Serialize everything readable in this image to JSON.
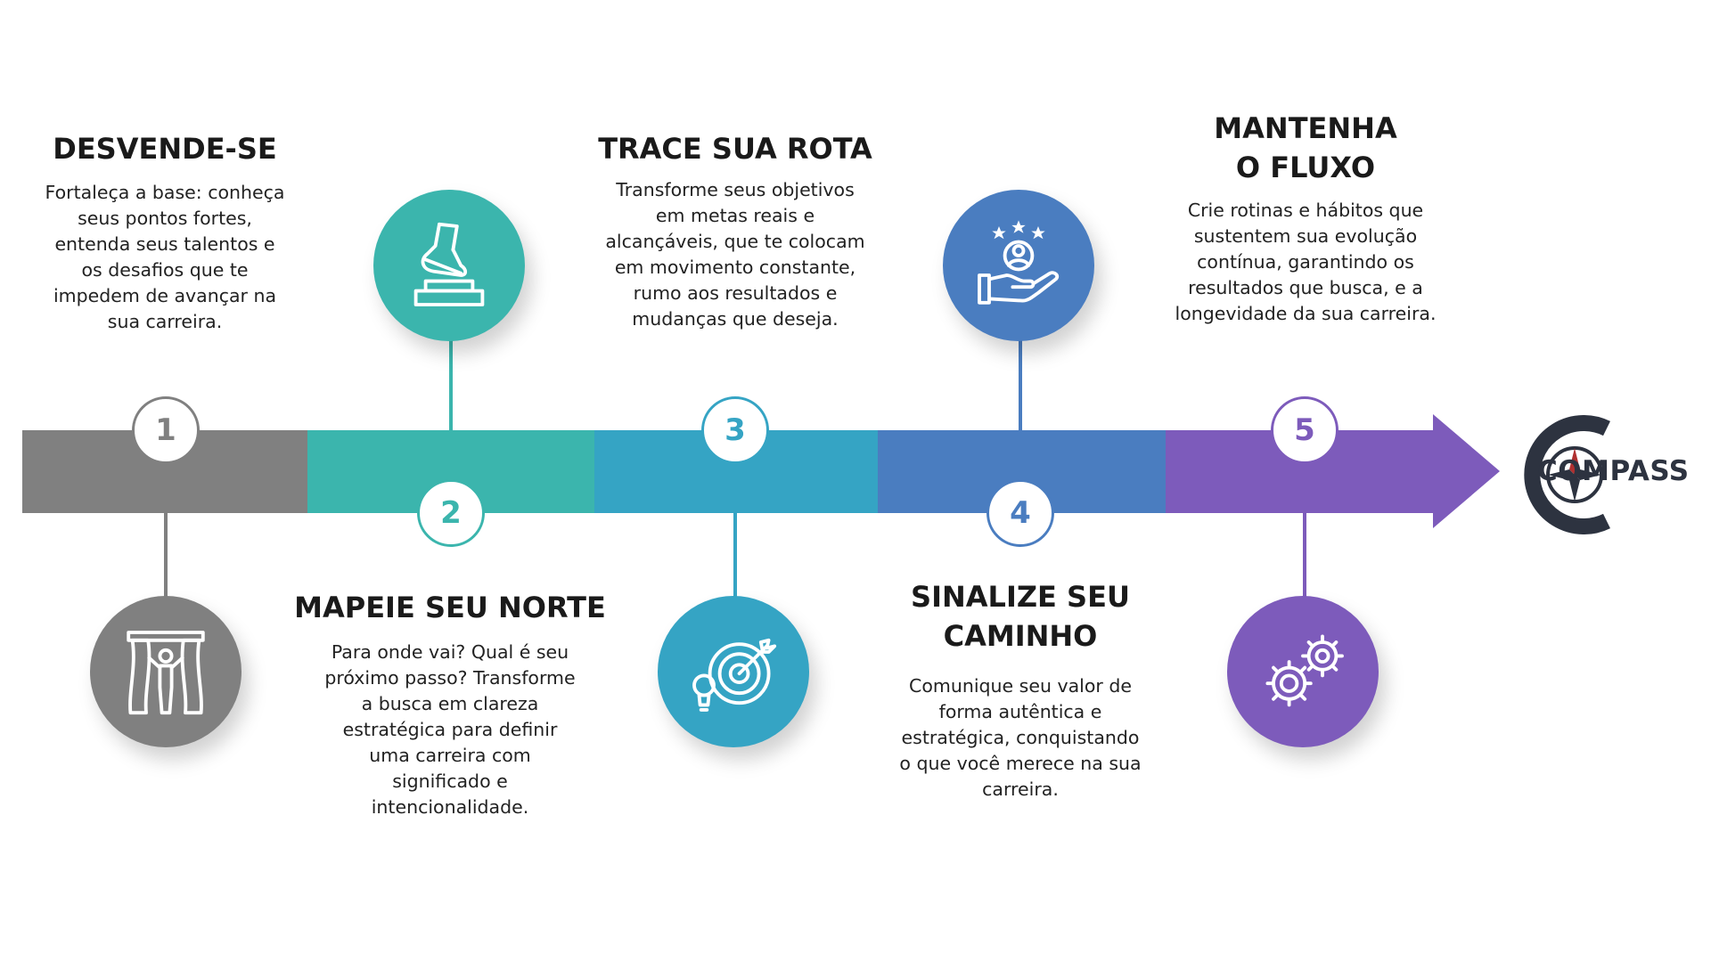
{
  "colors": {
    "step1": "#808080",
    "step2": "#3bb5ad",
    "step3": "#35a4c4",
    "step4": "#4a7dc0",
    "step5": "#7d5bbb",
    "logo": "#2d3340"
  },
  "steps": [
    {
      "number": "1",
      "title": "DESVENDE-SE",
      "description": "Fortaleça a base: conheça seus pontos fortes, entenda seus talentos e os desafios que te impedem de avançar na sua carreira.",
      "icon": "curtain-reveal-icon"
    },
    {
      "number": "2",
      "title": "MAPEIE SEU NORTE",
      "description": "Para onde vai? Qual é seu próximo passo? Transforme a busca em clareza estratégica para definir uma carreira com significado e intencionalidade.",
      "icon": "step-up-foot-icon"
    },
    {
      "number": "3",
      "title": "TRACE SUA ROTA",
      "description": "Transforme seus objetivos em metas reais e alcançáveis, que te colocam em movimento constante, rumo aos resultados e mudanças que deseja.",
      "icon": "target-bulb-icon"
    },
    {
      "number": "4",
      "title": "SINALIZE SEU\nCAMINHO",
      "description": "Comunique seu valor de forma autêntica e estratégica, conquistando o que você merece na sua carreira.",
      "icon": "hand-person-stars-icon"
    },
    {
      "number": "5",
      "title": "MANTENHA\nO FLUXO",
      "description": "Crie rotinas e hábitos que sustentem sua evolução contínua, garantindo os resultados que busca, e a longevidade da sua carreira.",
      "icon": "gears-icon"
    }
  ],
  "logo": {
    "text": "COMPASS",
    "icon": "compass-logo-icon"
  }
}
